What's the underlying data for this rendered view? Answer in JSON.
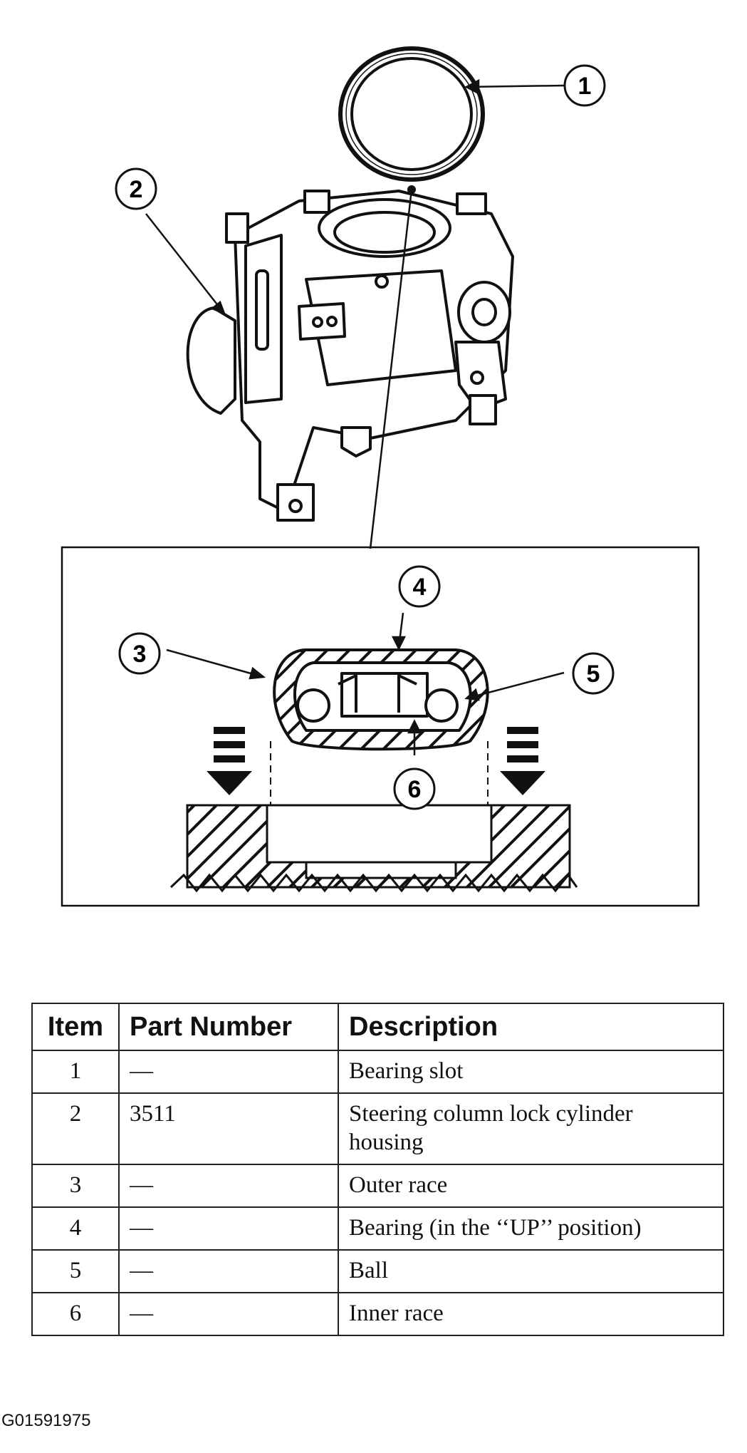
{
  "callouts": [
    "1",
    "2",
    "3",
    "4",
    "5",
    "6"
  ],
  "table": {
    "headers": {
      "item": "Item",
      "part_number": "Part Number",
      "description": "Description"
    },
    "rows": [
      {
        "item": "1",
        "part_number": "—",
        "description": "Bearing slot"
      },
      {
        "item": "2",
        "part_number": "3511",
        "description": "Steering column lock cylinder housing"
      },
      {
        "item": "3",
        "part_number": "—",
        "description": "Outer race"
      },
      {
        "item": "4",
        "part_number": "—",
        "description": "Bearing (in the ‘‘UP’’ position)"
      },
      {
        "item": "5",
        "part_number": "—",
        "description": "Ball"
      },
      {
        "item": "6",
        "part_number": "—",
        "description": "Inner race"
      }
    ]
  },
  "caption": "G01591975"
}
